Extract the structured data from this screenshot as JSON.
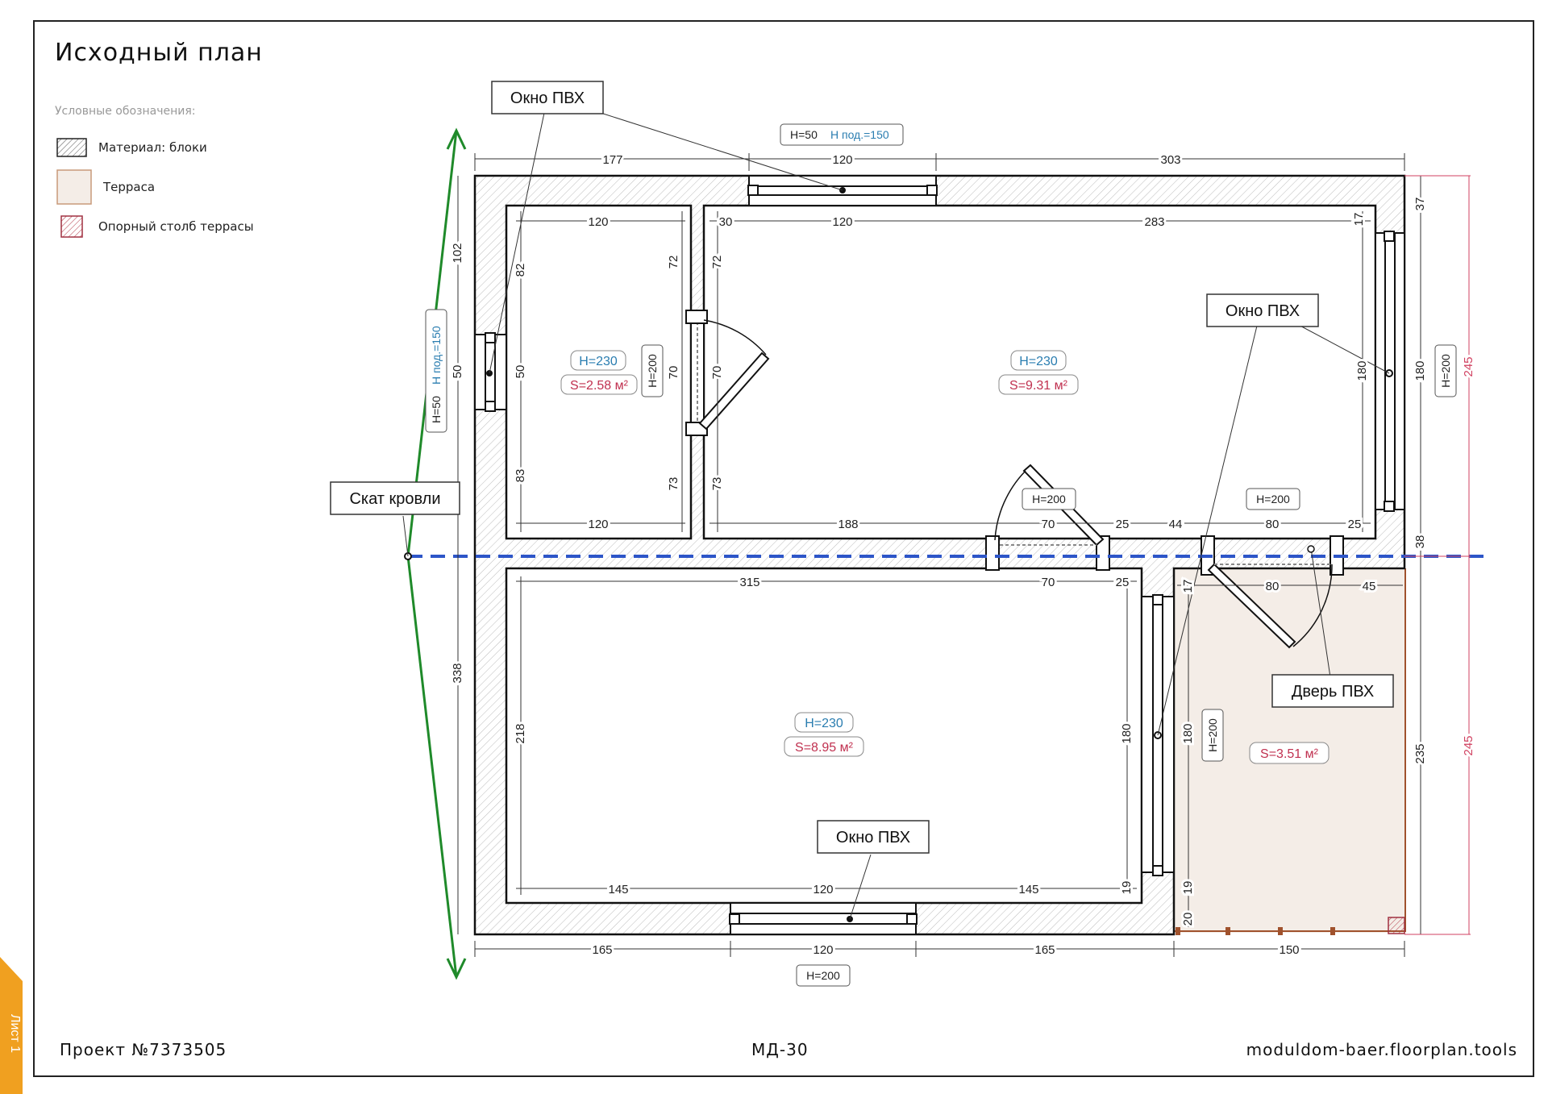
{
  "title": "Исходный план",
  "legend": {
    "heading": "Условные обозначения:",
    "items": [
      {
        "label": "Материал: блоки"
      },
      {
        "label": "Терраса"
      },
      {
        "label": "Опорный столб террасы"
      }
    ]
  },
  "footer": {
    "project": "Проект №7373505",
    "model": "МД-30",
    "site": "moduldom-baer.floorplan.tools"
  },
  "sheet_tab": "Лист 1",
  "callouts": {
    "window_top": "Окно ПВХ",
    "window_right": "Окно ПВХ",
    "window_bottom": "Окно ПВХ",
    "door": "Дверь ПВХ",
    "roof_slope": "Скат кровли"
  },
  "rooms": [
    {
      "height": "H=230",
      "area": "S=2.58 м²"
    },
    {
      "height": "H=230",
      "area": "S=9.31 м²"
    },
    {
      "height": "H=230",
      "area": "S=8.95 м²"
    },
    {
      "area": "S=3.51 м²"
    }
  ],
  "tags": {
    "top_window_h": "H=50",
    "top_window_sill": "H под.=150",
    "left_window_h": "H=50",
    "left_window_sill": "H под.=150",
    "small_room_door": "H=200",
    "right_window": "H=200",
    "door_left": "H=200",
    "door_right": "H=200",
    "terrace_door": "H=200",
    "bottom_window": "H=200"
  },
  "dimensions": {
    "top_outer": [
      "177",
      "120",
      "303"
    ],
    "top_inner_left": "120",
    "top_inner_mid": [
      "30",
      "120",
      "283"
    ],
    "top_right_inner": "17",
    "right_outer": [
      "37",
      "180",
      "38",
      "235"
    ],
    "right_inner": "180",
    "terrace_red": [
      "245",
      "245"
    ],
    "left_outer": [
      "102",
      "50",
      "338"
    ],
    "small_room_left": [
      "82",
      "50",
      "83"
    ],
    "partition": [
      "72",
      "70",
      "73",
      "72",
      "70",
      "73"
    ],
    "mid_row_top": [
      "120",
      "188",
      "70",
      "25",
      "44",
      "80",
      "25"
    ],
    "mid_row_bottom": [
      "315",
      "70",
      "25",
      "17",
      "80",
      "45"
    ],
    "lower_left": "218",
    "lower_right": [
      "180",
      "180",
      "19",
      "19",
      "20"
    ],
    "bottom_inner": [
      "145",
      "120",
      "145"
    ],
    "bottom_outer": [
      "165",
      "120",
      "165",
      "150"
    ]
  },
  "colors": {
    "room_height": "#2a7db0",
    "room_area": "#c0304f",
    "roof_arrow": "#1f8a2a",
    "roof_line": "#2d55c8",
    "terrace": "#f4ede7",
    "terrace_border": "#a0522d",
    "sheet_tab": "#f0a020"
  }
}
